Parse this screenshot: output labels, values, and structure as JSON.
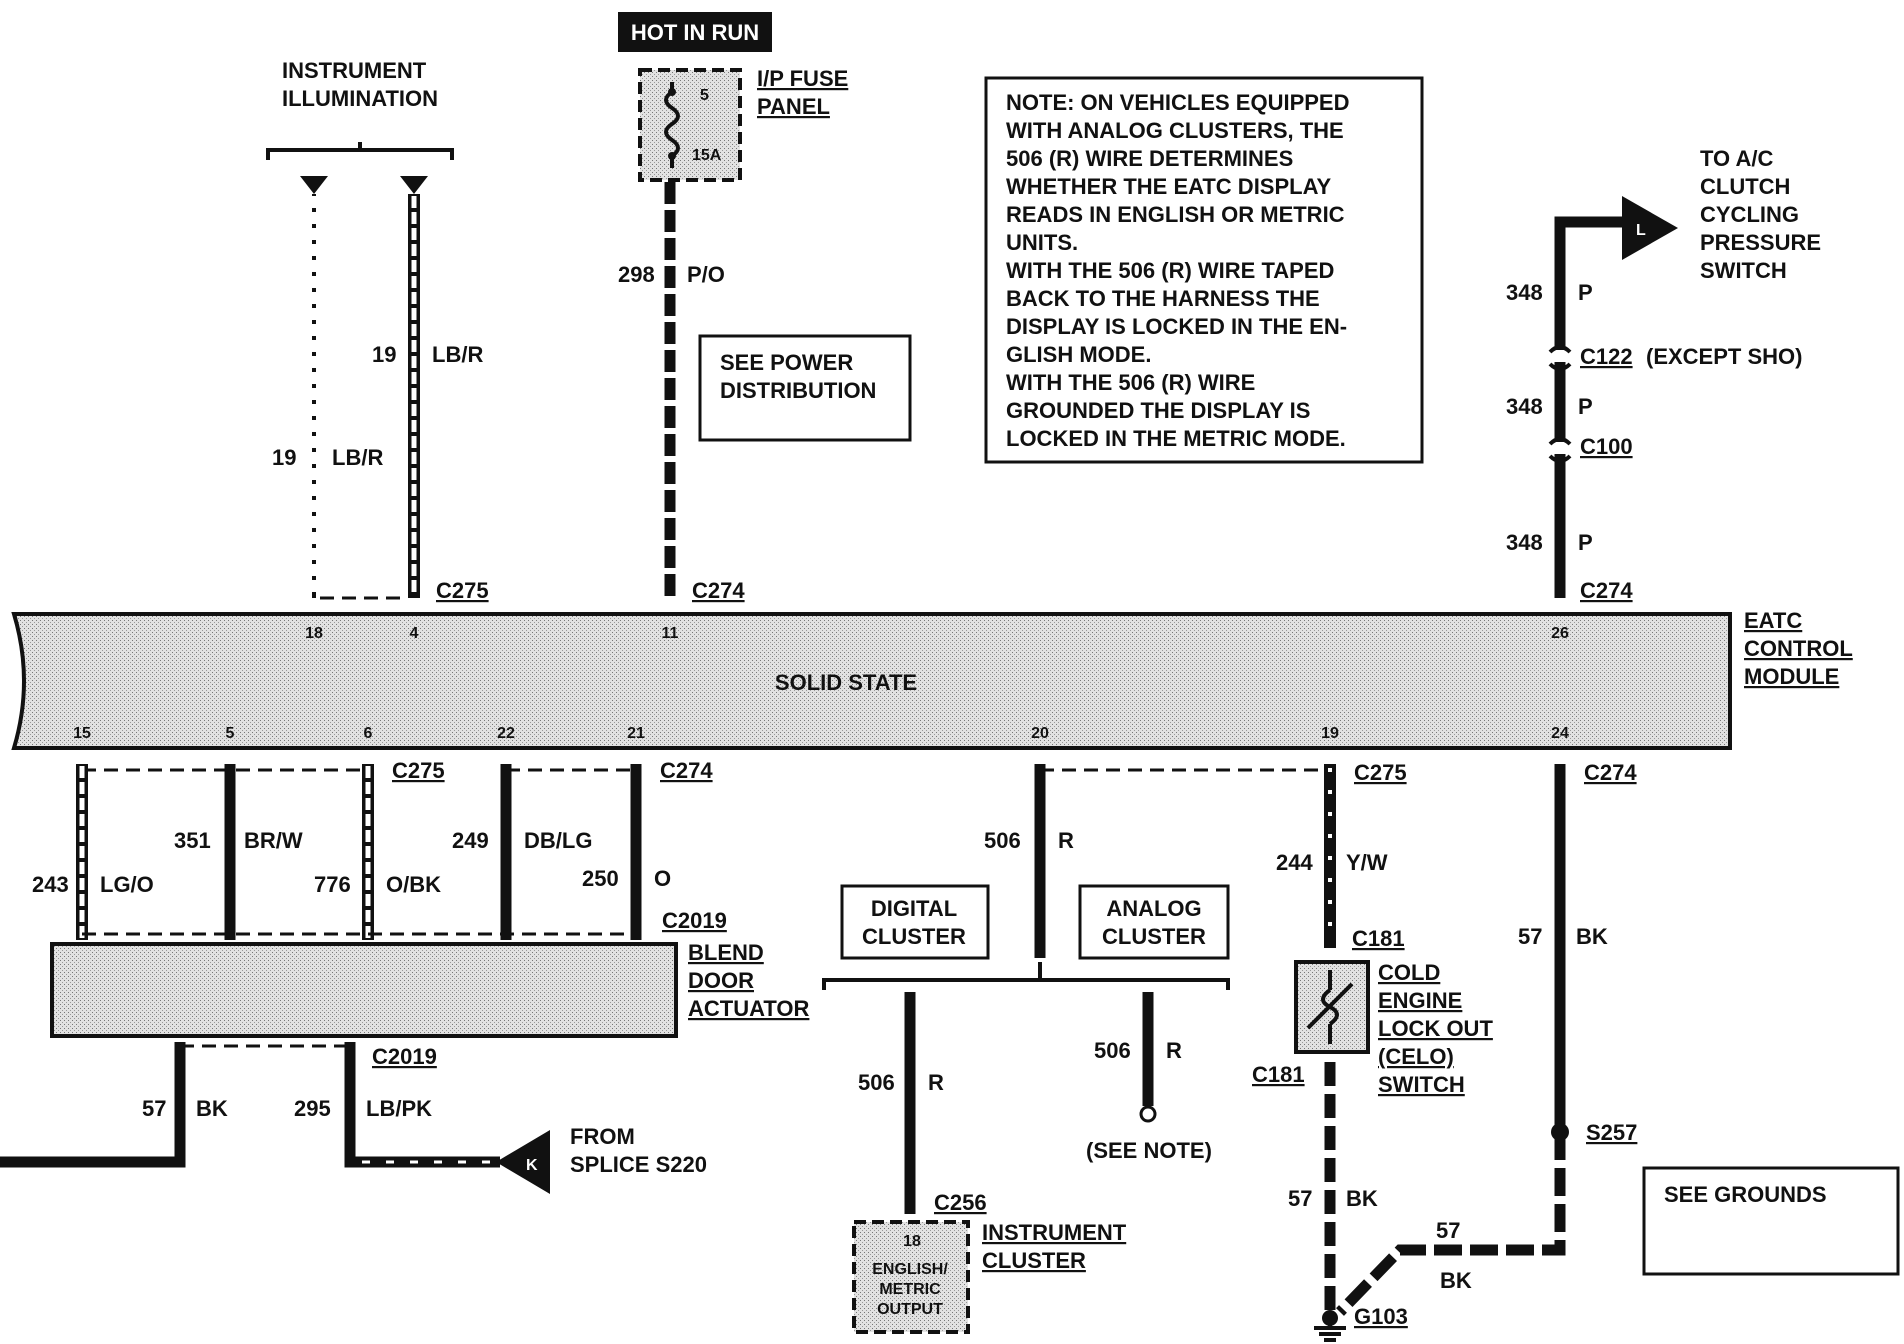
{
  "header": {
    "hot_in_run": "HOT IN RUN"
  },
  "labels": {
    "instrument_illumination": [
      "INSTRUMENT",
      "ILLUMINATION"
    ],
    "ip_fuse_panel": [
      "I/P FUSE",
      "PANEL"
    ],
    "fuse_number": "5",
    "fuse_rating": "15A",
    "see_power": [
      "SEE POWER",
      "DISTRIBUTION"
    ],
    "to_ac": [
      "TO A/C",
      "CLUTCH",
      "CYCLING",
      "PRESSURE",
      "SWITCH"
    ],
    "eatc_module": [
      "EATC",
      "CONTROL",
      "MODULE"
    ],
    "solid_state": "SOLID STATE",
    "blend_door": [
      "BLEND",
      "DOOR",
      "ACTUATOR"
    ],
    "digital_cluster": [
      "DIGITAL",
      "CLUSTER"
    ],
    "analog_cluster": [
      "ANALOG",
      "CLUSTER"
    ],
    "celo_switch": [
      "COLD",
      "ENGINE",
      "LOCK OUT",
      "(CELO)",
      "SWITCH"
    ],
    "from_splice": [
      "FROM",
      "SPLICE S220"
    ],
    "see_note": "(SEE NOTE)",
    "see_grounds": "SEE GROUNDS",
    "instrument_cluster": [
      "INSTRUMENT",
      "CLUSTER"
    ],
    "instrument_cluster_pin": "18",
    "instrument_cluster_output": [
      "ENGLISH/",
      "METRIC",
      "OUTPUT"
    ],
    "except_sho": "(EXCEPT SHO)",
    "arrow_l": "L",
    "arrow_k": "K"
  },
  "note": [
    "NOTE: ON VEHICLES EQUIPPED",
    "WITH ANALOG CLUSTERS, THE",
    "506 (R) WIRE DETERMINES",
    "WHETHER THE EATC DISPLAY",
    "READS IN ENGLISH OR METRIC",
    "UNITS.",
    "WITH THE 506 (R) WIRE TAPED",
    "BACK TO THE HARNESS THE",
    "DISPLAY IS LOCKED IN THE EN-",
    "GLISH MODE.",
    "WITH THE 506 (R) WIRE",
    "GROUNDED THE DISPLAY IS",
    "LOCKED IN THE METRIC MODE."
  ],
  "connectors": {
    "c275": "C275",
    "c274": "C274",
    "c122": "C122",
    "c100": "C100",
    "c2019": "C2019",
    "c181": "C181",
    "c256": "C256",
    "s257": "S257",
    "g103": "G103"
  },
  "module_pins": {
    "top": [
      "18",
      "4",
      "11",
      "26"
    ],
    "bottom": [
      "15",
      "5",
      "6",
      "22",
      "21",
      "20",
      "19",
      "24"
    ]
  },
  "wires": {
    "w19_left": {
      "circuit": "19",
      "color": "LB/R"
    },
    "w19_right": {
      "circuit": "19",
      "color": "LB/R"
    },
    "w298": {
      "circuit": "298",
      "color": "P/O"
    },
    "w348_top": {
      "circuit": "348",
      "color": "P"
    },
    "w348_mid": {
      "circuit": "348",
      "color": "P"
    },
    "w348_low": {
      "circuit": "348",
      "color": "P"
    },
    "w243": {
      "circuit": "243",
      "color": "LG/O"
    },
    "w351": {
      "circuit": "351",
      "color": "BR/W"
    },
    "w776": {
      "circuit": "776",
      "color": "O/BK"
    },
    "w249": {
      "circuit": "249",
      "color": "DB/LG"
    },
    "w250": {
      "circuit": "250",
      "color": "O"
    },
    "w506_top": {
      "circuit": "506",
      "color": "R"
    },
    "w506_digital": {
      "circuit": "506",
      "color": "R"
    },
    "w506_analog": {
      "circuit": "506",
      "color": "R"
    },
    "w244": {
      "circuit": "244",
      "color": "Y/W"
    },
    "w57_right": {
      "circuit": "57",
      "color": "BK"
    },
    "w57_left": {
      "circuit": "57",
      "color": "BK"
    },
    "w295": {
      "circuit": "295",
      "color": "LB/PK"
    },
    "w57_celo": {
      "circuit": "57",
      "color": "BK"
    },
    "w57_ground": {
      "circuit": "57",
      "color": "BK"
    }
  }
}
